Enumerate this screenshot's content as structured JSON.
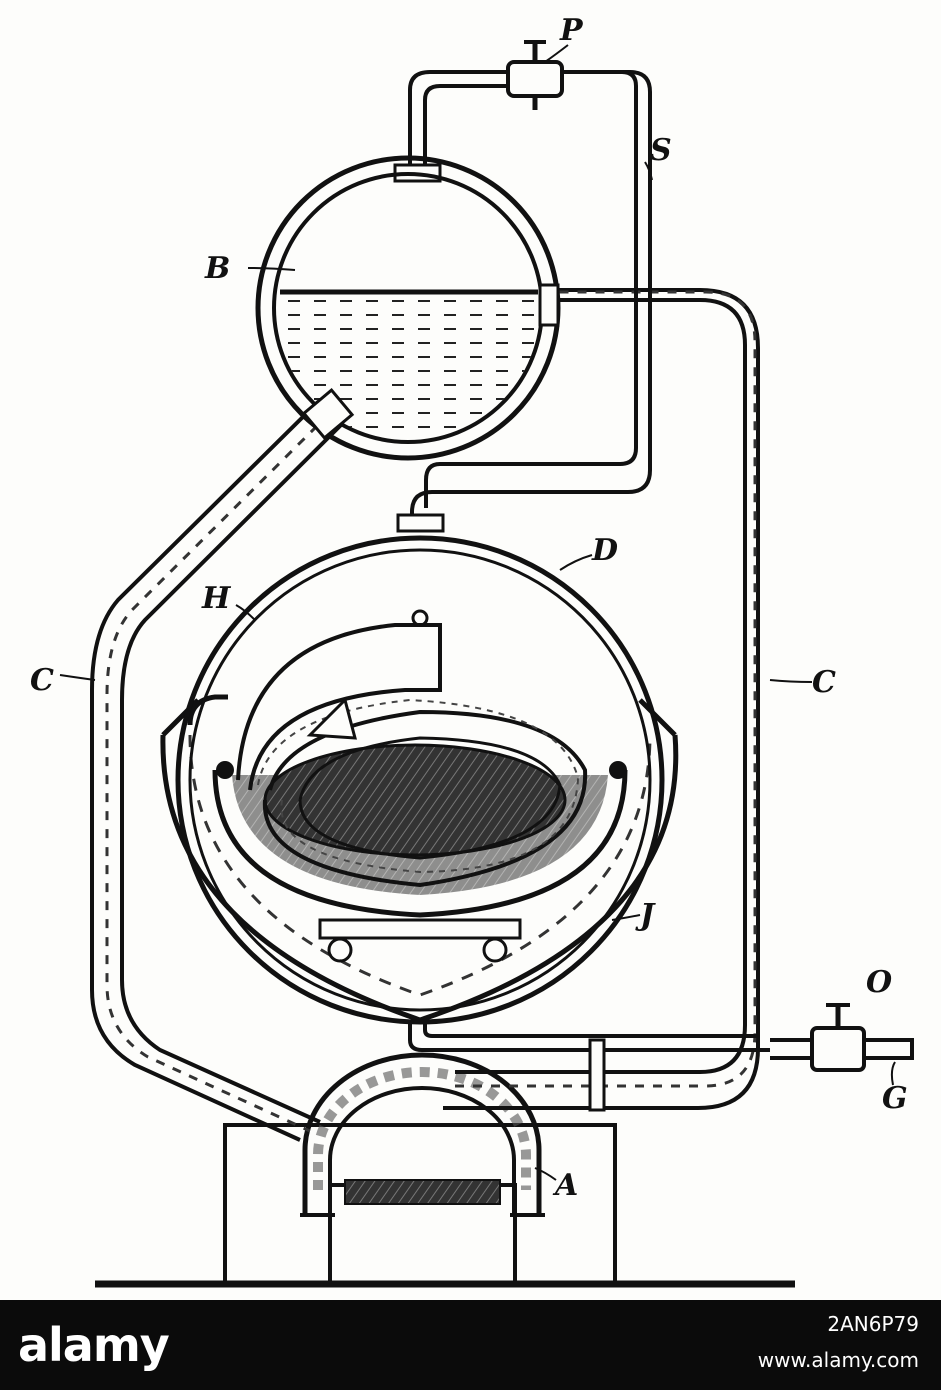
{
  "diagram": {
    "labels": {
      "P": "P",
      "S": "S",
      "B": "B",
      "D": "D",
      "H": "H",
      "C_left": "C",
      "C_right": "C",
      "J": "J",
      "O": "O",
      "G": "G",
      "A": "A"
    }
  },
  "watermark": {
    "brand": "alamy",
    "image_id": "2AN6P79",
    "site": "www.alamy.com"
  },
  "colors": {
    "ink": "#111111",
    "paper": "#fdfdfb",
    "footer": "#0b0b0b",
    "footer_text": "#ffffff"
  }
}
